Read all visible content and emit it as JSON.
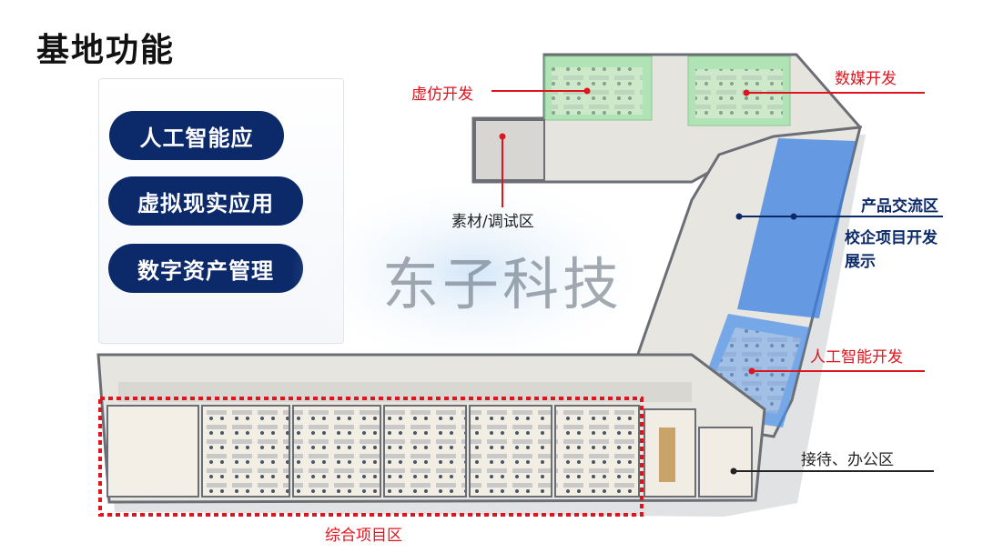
{
  "header": {
    "title": "基地功能"
  },
  "features": [
    {
      "label": "人工智能应"
    },
    {
      "label": "虚拟现实应用"
    },
    {
      "label": "数字资产管理"
    }
  ],
  "watermark": {
    "text": "东子科技"
  },
  "zones": {
    "vr_dev": "虚仿开发",
    "digital_media": "数媒开发",
    "material_debug": "素材/调试区",
    "product_exchange": "产品交流区",
    "school_enterprise": "校企项目开发",
    "showcase": "展示",
    "ai_dev": "人工智能开发",
    "reception_office": "接待、办公区",
    "integrated_project": "综合项目区"
  },
  "colors": {
    "accent_red": "#e0141e",
    "navy": "#0c2a6a",
    "zone_green": "#9fe3a8",
    "zone_blue": "#3a7fe0"
  }
}
